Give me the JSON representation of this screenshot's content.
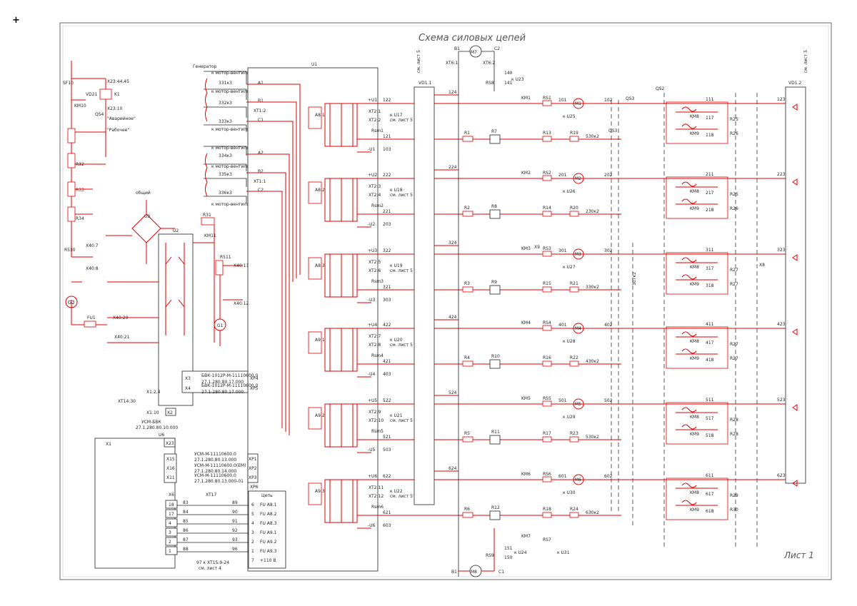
{
  "title": "Схема силовых цепей",
  "sheet_label": "Лист 1",
  "corner_mark": "+",
  "left_panel": {
    "sf10": "SF10",
    "k1": "K1",
    "vd21": "VD21",
    "km10": "KM10",
    "x23a": "X23:44,45",
    "x23b": "X23:10",
    "qs4": "QS4",
    "emergency": "\"Аварийное\"",
    "working": "\"Рабочее\"",
    "r32": "R32",
    "r33": "R33",
    "r34": "R34",
    "r530": "R530",
    "u3": "U3",
    "u2": "U2",
    "km11": "KM11",
    "r31": "R31",
    "r511": "R511",
    "g1": "G1",
    "g2": "G2",
    "fu1": "FU1",
    "x4020": "X40:20",
    "x4021": "X40:21",
    "x4011": "X40:11",
    "x4012": "X40:12",
    "x407": "X40:7",
    "x408": "X40:8",
    "common": "общий"
  },
  "generator": {
    "title": "Генератор",
    "wind_label": "к мотор-вентилятором",
    "wires_1": [
      "331к3",
      "332к3",
      "333к3"
    ],
    "wires_2": [
      "334к3",
      "335к3",
      "336к3"
    ],
    "phase_1": [
      "A1",
      "B1",
      "XT1:2",
      "C1"
    ],
    "phase_2": [
      "A2",
      "B2",
      "XT1:1",
      "C2"
    ]
  },
  "u1_label": "U1",
  "u6_label": "U6",
  "bottom_left": {
    "x3": "X3",
    "x4": "X4",
    "xp4": "XP4",
    "xp5": "XP5",
    "bvk1": "БВК-1012Р-М-11110600,0",
    "bvk2": "БВК-1012Р-М-11110600,0",
    "code1": "27.1.280.80.17.000",
    "code2": "27.1.280.80.17.000",
    "ucm": "УСМ-БВК",
    "ucm_code": "27.1.280.80.10.000",
    "x1": "X1",
    "x23": "X23",
    "x2": "X2",
    "xt14": "XT14:30",
    "x1_10": "X1:10",
    "x1_24": "X1:2,4",
    "x15": "X15",
    "x16": "X16",
    "x11": "X11",
    "xp1": "XP1",
    "xp2": "XP2",
    "xp3": "XP3",
    "u_rows": [
      "УСМ-М-11110600,0",
      "УСМ-М-11110600,0(ЕМ)",
      "УСМ-М-11110600,0"
    ],
    "u_codes": [
      "27.1.280.80.13.000",
      "27.1.280.80.14.000",
      "27.1.280.80.13.000-01"
    ],
    "x6": "X6",
    "xt17": "XT17",
    "xp6": "XP6",
    "circuits_hdr": "Цепь",
    "x6_pins": [
      "18",
      "17",
      "4",
      "3",
      "2",
      "1"
    ],
    "wire_a": [
      "83",
      "84",
      "85",
      "86",
      "87",
      "88"
    ],
    "wire_b": [
      "89",
      "90",
      "91",
      "92",
      "93",
      "96"
    ],
    "xp6_pins": [
      "6",
      "5",
      "4",
      "3",
      "2",
      "1",
      "7"
    ],
    "circuits": [
      "FU A8.1",
      "FU A8.2",
      "FU A8.3",
      "FU A9.1",
      "FU A9.2",
      "FU A9.3",
      "+110 В"
    ],
    "note": "97 к XT15:9-24",
    "see_sheet4": "см. лист 4"
  },
  "channels": [
    {
      "rect": "A8.1",
      "plus": "+U1",
      "minus": "-U1",
      "xt": "XT2:1",
      "xt2": "XT2:2",
      "w": "122",
      "w2": "121",
      "w3": "103",
      "rsh": "Rsm1",
      "ref": "к U17",
      "r": "R1",
      "rr": "R7",
      "km": "KM1",
      "rs": "RS1",
      "m": "M1",
      "rr2": "R13",
      "rr3": "R19",
      "l": "530к2",
      "sw": "QS3",
      "num": "124",
      "v": "101",
      "v2": "102",
      "x": "к U25"
    },
    {
      "rect": "A8.2",
      "plus": "+U2",
      "minus": "-U2",
      "xt": "XT2:3",
      "xt2": "XT2:4",
      "w": "222",
      "w2": "221",
      "w3": "203",
      "rsh": "Rsm2",
      "ref": "к U18",
      "r": "R2",
      "rr": "R8",
      "km": "KM2",
      "rs": "RS2",
      "m": "M2",
      "rr2": "R14",
      "rr3": "R20",
      "l": "230к2",
      "sw": "",
      "num": "224",
      "v": "201",
      "v2": "202",
      "x": "к U26"
    },
    {
      "rect": "A8.3",
      "plus": "+U3",
      "minus": "-U3",
      "xt": "XT2:5",
      "xt2": "XT2:6",
      "w": "322",
      "w2": "321",
      "w3": "303",
      "rsh": "Rsm3",
      "ref": "к U19",
      "r": "R3",
      "rr": "R9",
      "km": "KM3",
      "rs": "RS3",
      "m": "M3",
      "rr2": "R15",
      "rr3": "R21",
      "l": "330к2",
      "sw": "",
      "num": "324",
      "v": "301",
      "v2": "302",
      "x": "к U27"
    },
    {
      "rect": "A9.1",
      "plus": "+U4",
      "minus": "-U4",
      "xt": "XT2:7",
      "xt2": "XT2:8",
      "w": "422",
      "w2": "421",
      "w3": "403",
      "rsh": "Rsm4",
      "ref": "к U20",
      "r": "R4",
      "rr": "R10",
      "km": "KM4",
      "rs": "RS4",
      "m": "M4",
      "rr2": "R16",
      "rr3": "R22",
      "l": "430к2",
      "sw": "",
      "num": "424",
      "v": "401",
      "v2": "402",
      "x": "к U28"
    },
    {
      "rect": "A9.2",
      "plus": "+U5",
      "minus": "-U5",
      "xt": "XT2:9",
      "xt2": "XT2:10",
      "w": "522",
      "w2": "521",
      "w3": "503",
      "rsh": "Rsm5",
      "ref": "к U21",
      "r": "R5",
      "rr": "R11",
      "km": "KM5",
      "rs": "RS5",
      "m": "M5",
      "rr2": "R17",
      "rr3": "R23",
      "l": "530к2",
      "sw": "",
      "num": "524",
      "v": "501",
      "v2": "502",
      "x": "к U29"
    },
    {
      "rect": "A9.3",
      "plus": "+U6",
      "minus": "-U6",
      "xt": "XT2:11",
      "xt2": "XT2:12",
      "w": "622",
      "w2": "621",
      "w3": "603",
      "rsh": "Rsm6",
      "ref": "к U22",
      "r": "R6",
      "rr": "R12",
      "km": "KM6",
      "rs": "RS6",
      "m": "M6",
      "rr2": "R18",
      "rr3": "R24",
      "l": "630к2",
      "sw": "",
      "num": "624",
      "v": "601",
      "v2": "602",
      "x": "к U30"
    }
  ],
  "see_sheet5": "см. лист 5",
  "vd11": "VD1.1",
  "vd12": "VD1.2",
  "motor_top": {
    "m": "M7",
    "xt": "XT6:1",
    "xt2": "XT6:2",
    "rs": "RS8",
    "ref": "к U23",
    "b": "B1",
    "c": "C2",
    "w1": "140",
    "w2": "141"
  },
  "motor_bot": {
    "m": "M8",
    "km": "KM7",
    "rs": "RS7",
    "rs2": "RS9",
    "ref": "к U24",
    "ref2": "к U31",
    "b": "B1",
    "c": "C1",
    "w1": "150",
    "w2": "151"
  },
  "right_blocks": [
    {
      "sw": "QS2",
      "a": "KM8",
      "b": "KM9",
      "r1": "R25",
      "r2": "R26",
      "top": "111",
      "mid": "117",
      "bot": "118",
      "out": "123"
    },
    {
      "sw": "",
      "a": "KM8",
      "b": "KM9",
      "r1": "R25",
      "r2": "R26",
      "top": "211",
      "mid": "217",
      "bot": "218",
      "out": "223"
    },
    {
      "sw": "",
      "a": "KM8",
      "b": "KM9",
      "r1": "R27",
      "r2": "R27",
      "top": "311",
      "mid": "317",
      "bot": "318",
      "out": "323"
    },
    {
      "sw": "",
      "a": "KM8",
      "b": "KM9",
      "r1": "R27",
      "r2": "R27",
      "top": "411",
      "mid": "417",
      "bot": "418",
      "out": "423"
    },
    {
      "sw": "",
      "a": "KM8",
      "b": "KM9",
      "r1": "R28",
      "r2": "R28",
      "top": "511",
      "mid": "517",
      "bot": "518",
      "out": "523"
    },
    {
      "sw": "",
      "a": "KM8",
      "b": "KM9",
      "r1": "R29",
      "r2": "R30",
      "top": "611",
      "mid": "617",
      "bot": "618",
      "out": "623"
    }
  ],
  "x8": "X8",
  "x9": "X9",
  "qs2": "QS2",
  "qs3": "QS3",
  "vertical_label": "307к2"
}
